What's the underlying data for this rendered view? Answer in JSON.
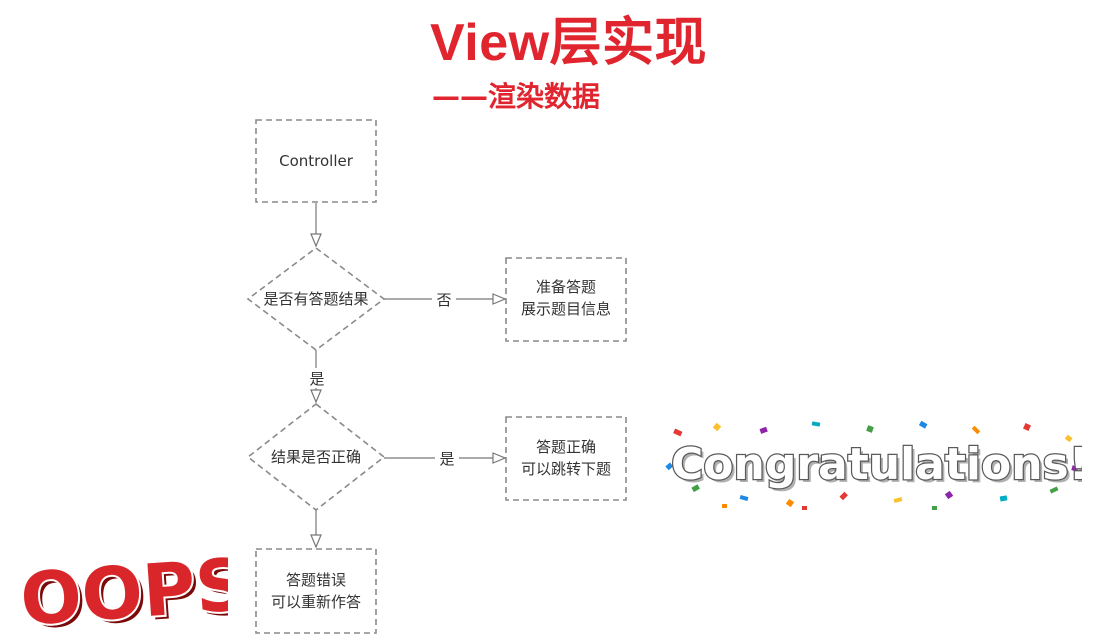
{
  "header": {
    "title": "View层实现",
    "subtitle": "——渲染数据"
  },
  "flowchart": {
    "nodes": {
      "controller": "Controller",
      "has_result": "是否有答题结果",
      "prepare_line1": "准备答题",
      "prepare_line2": "展示题目信息",
      "is_correct": "结果是否正确",
      "correct_line1": "答题正确",
      "correct_line2": "可以跳转下题",
      "wrong_line1": "答题错误",
      "wrong_line2": "可以重新作答"
    },
    "edge_labels": {
      "has_result_no": "否",
      "has_result_yes": "是",
      "is_correct_yes": "是"
    }
  },
  "decorations": {
    "oops_text": "OOPS!",
    "congrats_text": "Congratulations!"
  },
  "colors": {
    "accent": "#e0252f",
    "dashed_stroke": "#8a8a8a"
  }
}
